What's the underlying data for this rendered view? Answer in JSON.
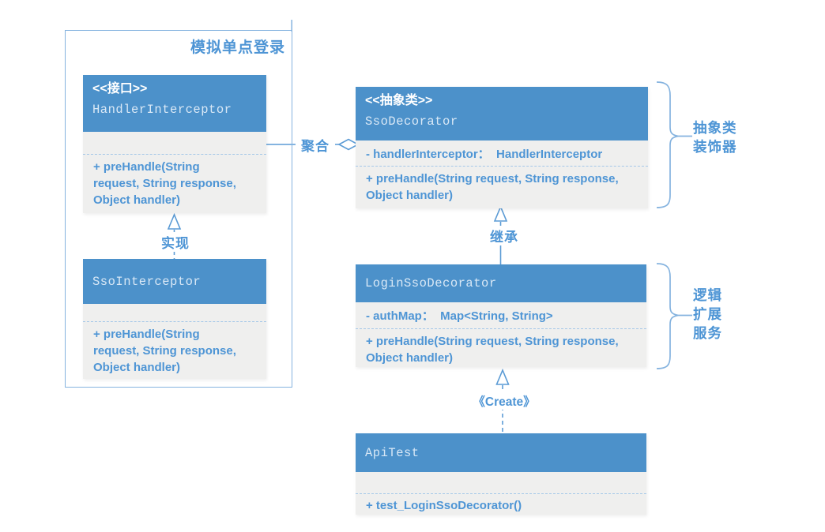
{
  "diagram": {
    "title": "模拟单点登录",
    "classes": {
      "handler_interceptor": {
        "stereotype": "<<接口>>",
        "name": "HandlerInterceptor",
        "method": "+ preHandle(String request, String response, Object handler)"
      },
      "sso_interceptor": {
        "name": "SsoInterceptor",
        "method": "+ preHandle(String request, String response, Object handler)"
      },
      "sso_decorator": {
        "stereotype": "<<抽象类>>",
        "name": "SsoDecorator",
        "field": "- handlerInterceptor：  HandlerInterceptor",
        "method": "+ preHandle(String request, String response, Object handler)"
      },
      "login_sso_decorator": {
        "name": "LoginSsoDecorator",
        "field": "- authMap：  Map<String, String>",
        "method": "+ preHandle(String request, String response, Object handler)"
      },
      "api_test": {
        "name": "ApiTest",
        "method": "+ test_LoginSsoDecorator()"
      }
    },
    "relations": {
      "aggregation": "聚合",
      "implements": "实现",
      "inherits": "继承",
      "create": "《Create》"
    },
    "annotations": {
      "brace1_line1": "抽象类",
      "brace1_line2": "装饰器",
      "brace2_line1": "逻辑",
      "brace2_line2": "扩展",
      "brace2_line3": "服务"
    },
    "colors": {
      "header_blue": "#4C91CA",
      "body_gray": "#EFEFEE",
      "text_blue": "#4E95D5",
      "line_blue": "#5B9BD5",
      "border_light_blue": "#85B3DF",
      "name_white": "#D9E8F6",
      "divider_blue": "#A5C8E8"
    }
  }
}
